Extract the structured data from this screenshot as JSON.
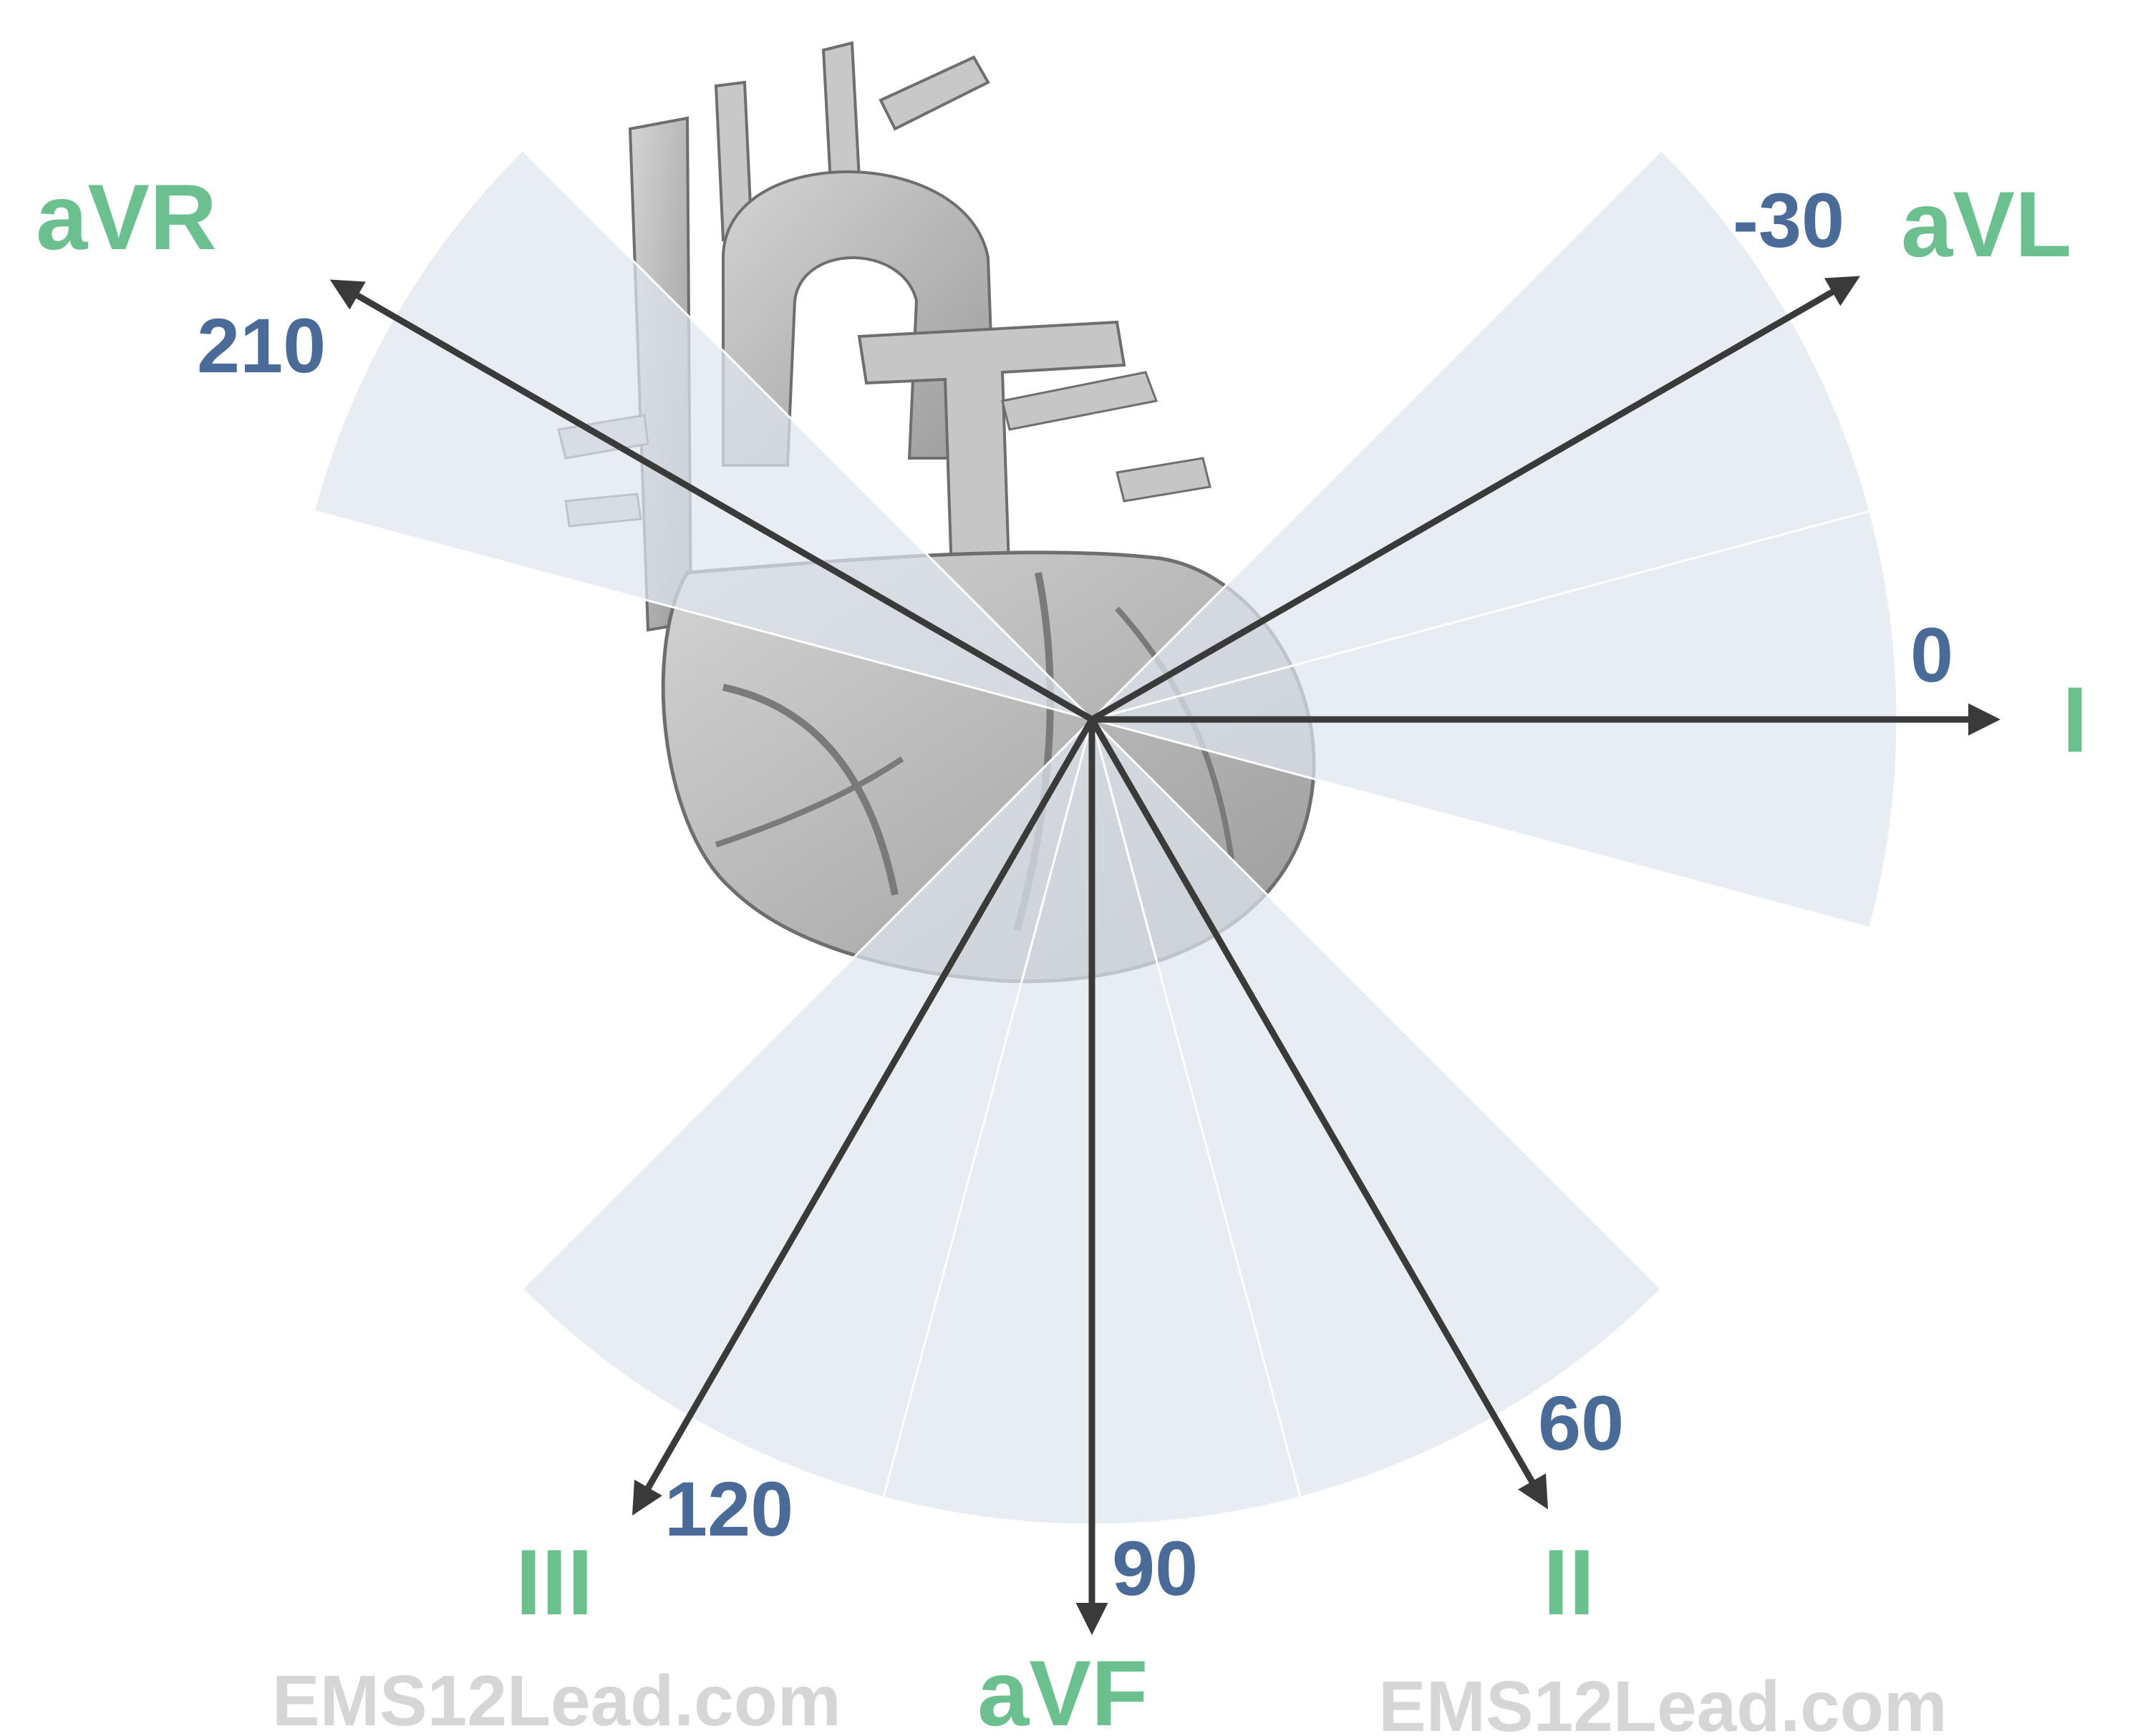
{
  "leads": [
    {
      "name": "aVR",
      "degree_label": "210",
      "angle_deg": 210
    },
    {
      "name": "aVL",
      "degree_label": "-30",
      "angle_deg": -30
    },
    {
      "name": "I",
      "degree_label": "0",
      "angle_deg": 0
    },
    {
      "name": "II",
      "degree_label": "60",
      "angle_deg": 60
    },
    {
      "name": "aVF",
      "degree_label": "90",
      "angle_deg": 90
    },
    {
      "name": "III",
      "degree_label": "120",
      "angle_deg": 120
    }
  ],
  "watermarks": [
    "EMS12Lead.com",
    "EMS12Lead.com"
  ],
  "colors": {
    "lead_label": "#6cc08f",
    "degree_label": "#4a6b97",
    "arrow": "#3a3a3a",
    "wedge": "#dfe5ee",
    "watermark": "#d6d6d6",
    "heart_fill": "#bdbdbd",
    "heart_stroke": "#6e6e6e"
  },
  "icons": {
    "heart": "heart-illustration-icon",
    "arrowhead": "arrowhead-icon"
  }
}
